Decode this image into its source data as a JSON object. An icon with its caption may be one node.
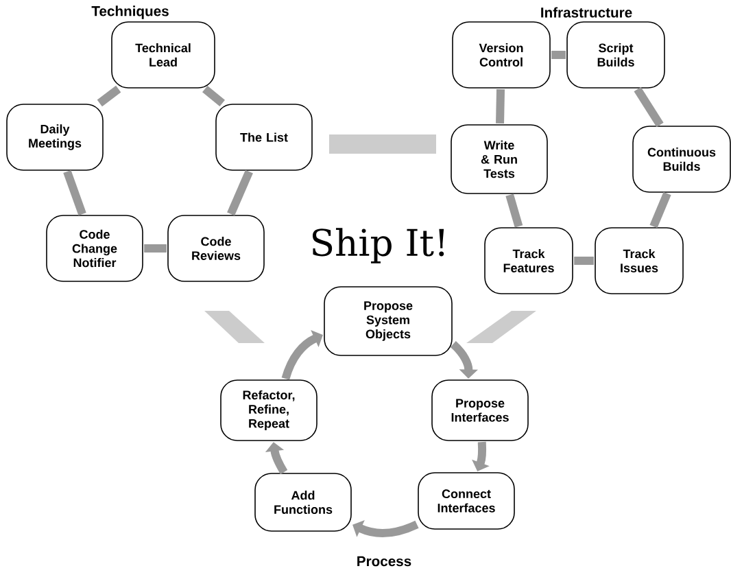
{
  "diagram": {
    "title": "Ship It!",
    "nodes": [
      {
        "text": [
          "Technical Lead"
        ]
      },
      {
        "text": [
          "The List"
        ]
      },
      {
        "text": [
          "Code Reviews"
        ]
      },
      {
        "text": [
          "Code Change Notifier"
        ]
      },
      {
        "text": [
          "Daily Meetings"
        ]
      },
      {
        "text": [
          "Version Control"
        ]
      },
      {
        "text": [
          "Script Builds"
        ]
      },
      {
        "text": [
          "Continuous Builds"
        ]
      },
      {
        "text": [
          "Track Issues"
        ]
      },
      {
        "text": [
          "Track Features"
        ]
      },
      {
        "text": [
          "Write & Run Tests"
        ]
      },
      {
        "text": [
          "Propose System Objects"
        ]
      },
      {
        "text": [
          "Propose Interfaces"
        ]
      },
      {
        "text": [
          "Connect Interfaces"
        ]
      },
      {
        "text": [
          "Add Functions"
        ]
      },
      {
        "text": [
          "Refactor, Refine, Repeat"
        ]
      }
    ],
    "edges": [
      {
        "from": 0,
        "to": 1,
        "arrow": "none"
      },
      {
        "from": 1,
        "to": 2,
        "arrow": "none"
      },
      {
        "from": 2,
        "to": 3,
        "arrow": "none"
      },
      {
        "from": 3,
        "to": 4,
        "arrow": "none"
      },
      {
        "from": 4,
        "to": 0,
        "arrow": "none"
      },
      {
        "from": 5,
        "to": 6,
        "arrow": "none"
      },
      {
        "from": 6,
        "to": 7,
        "arrow": "none"
      },
      {
        "from": 7,
        "to": 8,
        "arrow": "none"
      },
      {
        "from": 8,
        "to": 9,
        "arrow": "none"
      },
      {
        "from": 9,
        "to": 10,
        "arrow": "none"
      },
      {
        "from": 10,
        "to": 5,
        "arrow": "none"
      },
      {
        "from": 11,
        "to": 12,
        "arrow": "to"
      },
      {
        "from": 12,
        "to": 13,
        "arrow": "to"
      },
      {
        "from": 13,
        "to": 14,
        "arrow": "to"
      },
      {
        "from": 14,
        "to": 15,
        "arrow": "to"
      },
      {
        "from": 15,
        "to": 11,
        "arrow": "to"
      }
    ],
    "labels": [
      "Techniques",
      "Infrastructure",
      "Process"
    ]
  }
}
